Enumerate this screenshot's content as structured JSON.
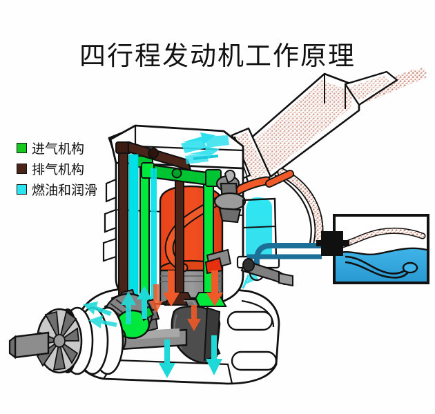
{
  "title": "四行程发动机工作原理",
  "legend": {
    "items": [
      {
        "label": "进气机构",
        "color": "#18c81e",
        "swatch_name": "intake-swatch"
      },
      {
        "label": "排气机构",
        "color": "#4a2418",
        "swatch_name": "exhaust-swatch"
      },
      {
        "label": "燃油和润滑",
        "color": "#2ce4f0",
        "swatch_name": "fuel-lube-swatch"
      }
    ]
  },
  "colors": {
    "background": "#fefefe",
    "outline": "#111111",
    "intake_green": "#00e83c",
    "exhaust_brown": "#4a2418",
    "fuel_cyan": "#00e0e8",
    "combustion_orange": "#f04a1e",
    "exhaust_gas": "#c8795e",
    "tank_fuel_blue": "#34a7dd",
    "fuel_line_blue": "#1c6f96",
    "metal_gray": "#8c8c8c",
    "metal_dark": "#555555",
    "metal_light": "#c9c9c9",
    "arrow_cyan": "#1fd9d9",
    "arrow_orange": "#ef5a28"
  },
  "diagram": {
    "parts": [
      {
        "name": "muffler",
        "label_visible": false
      },
      {
        "name": "exhaust-gas-plume",
        "label_visible": false
      },
      {
        "name": "cylinder-head",
        "label_visible": false
      },
      {
        "name": "intake-valve",
        "label_visible": false
      },
      {
        "name": "exhaust-valve",
        "label_visible": false
      },
      {
        "name": "rocker-arms",
        "label_visible": false
      },
      {
        "name": "spark-plug",
        "label_visible": false
      },
      {
        "name": "combustion-chamber",
        "label_visible": false
      },
      {
        "name": "piston",
        "label_visible": false
      },
      {
        "name": "connecting-rod",
        "label_visible": false
      },
      {
        "name": "crankshaft",
        "label_visible": false
      },
      {
        "name": "counterweight",
        "label_visible": false
      },
      {
        "name": "camshaft-gear",
        "label_visible": false
      },
      {
        "name": "flywheel-fan",
        "label_visible": false
      },
      {
        "name": "carburetor",
        "label_visible": false
      },
      {
        "name": "fuel-tank",
        "label_visible": false
      },
      {
        "name": "fuel-pickup-tube",
        "label_visible": false
      }
    ]
  }
}
